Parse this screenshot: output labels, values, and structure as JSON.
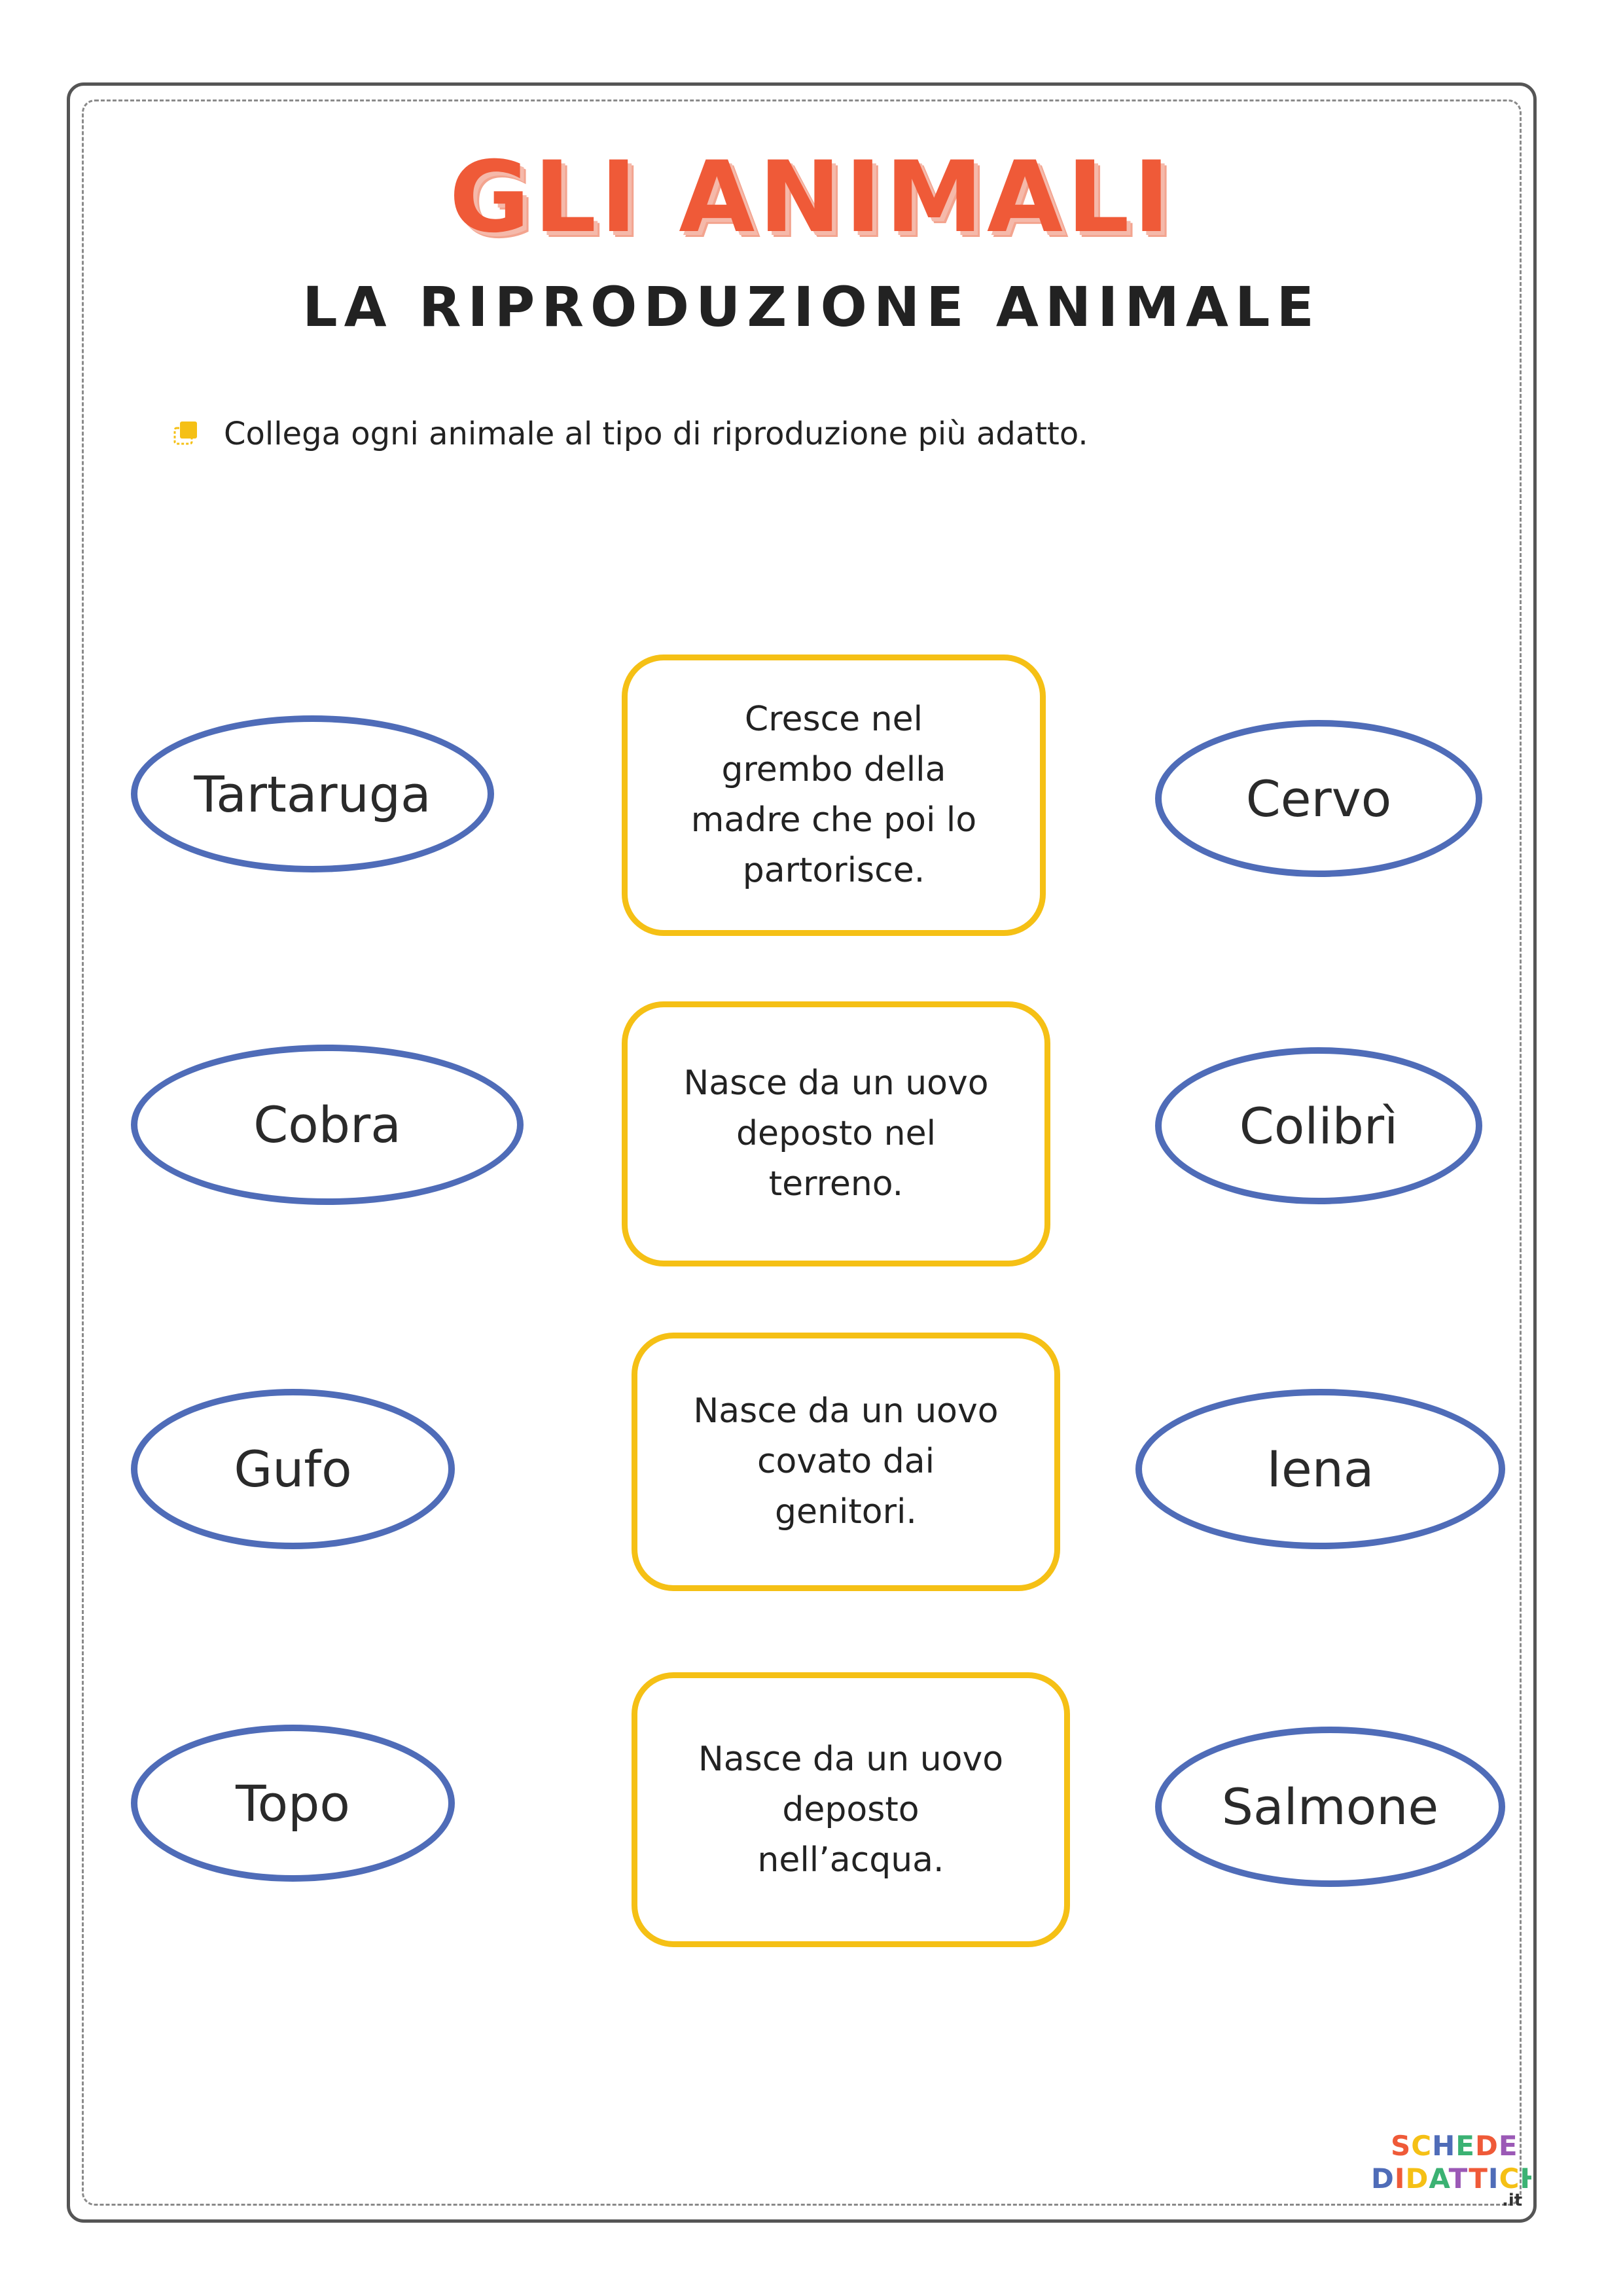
{
  "title": "Gli animali",
  "subtitle": "LA RIPRODUZIONE ANIMALE",
  "instruction": "Collega ogni animale al tipo di riproduzione più adatto.",
  "colors": {
    "title": "#ef5a38",
    "ellipse_border": "#4f6cb8",
    "card_border": "#f5c015",
    "bullet": "#f5c015"
  },
  "left_animals": [
    "Tartaruga",
    "Cobra",
    "Gufo",
    "Topo"
  ],
  "right_animals": [
    "Cervo",
    "Colibrì",
    "Iena",
    "Salmone"
  ],
  "cards": [
    {
      "lines": [
        "Cresce nel",
        "grembo della",
        "madre che poi lo",
        "partorisce."
      ]
    },
    {
      "lines": [
        "Nasce da un uovo",
        "deposto nel",
        "terreno."
      ]
    },
    {
      "lines": [
        "Nasce da un uovo",
        "covato dai",
        "genitori."
      ]
    },
    {
      "lines": [
        "Nasce da un uovo",
        "deposto",
        "nell’acqua."
      ]
    }
  ],
  "logo": {
    "line1": "SCHEDE",
    "line2": "DIDATTICHE",
    "suffix": ".it",
    "icon": "schededidattiche-logo"
  }
}
